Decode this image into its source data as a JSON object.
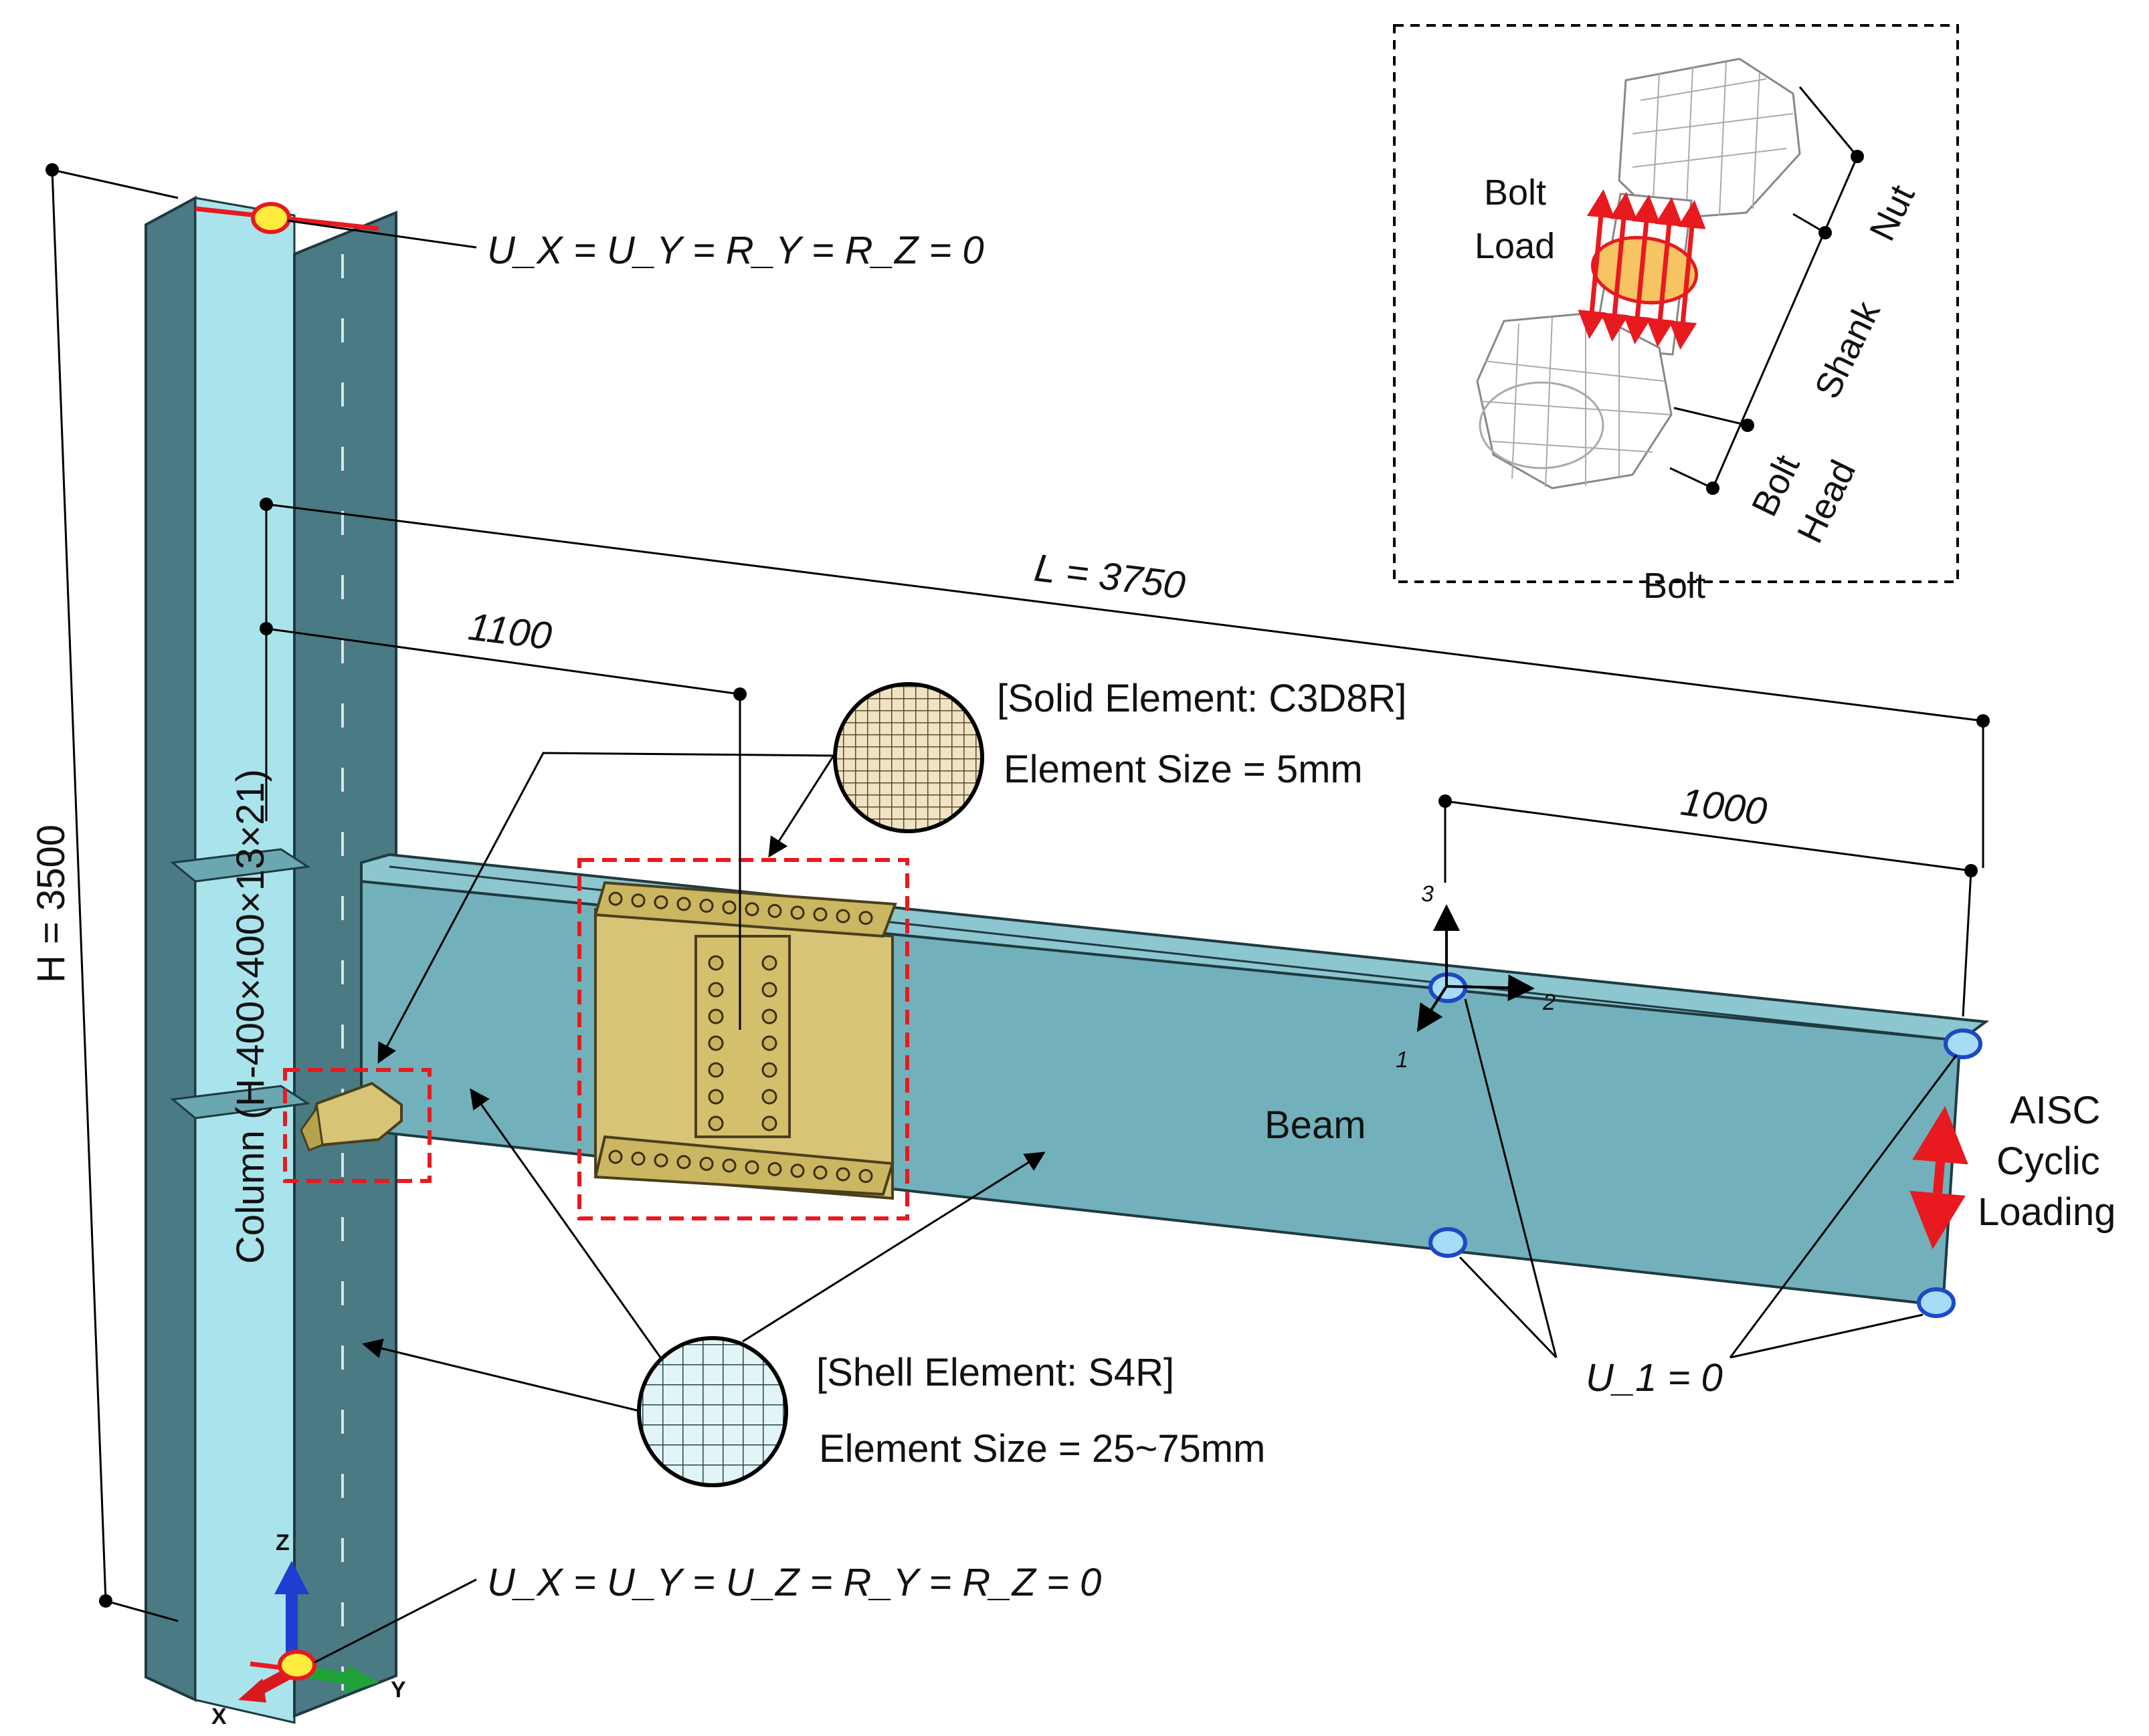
{
  "labels": {
    "bc_top": "U_X = U_Y = R_Y = R_Z = 0",
    "bc_bottom": "U_X = U_Y = U_Z = R_Y = R_Z = 0",
    "beam_bc": "U_1 = 0",
    "height_dim": "H = 3500",
    "length_dim": "L = 3750",
    "dim_1100": "1100",
    "dim_1000": "1000",
    "column": "Column (H-400×400×13×21)",
    "beam": "Beam",
    "loading_line1": "AISC",
    "loading_line2": "Cyclic",
    "loading_line3": "Loading",
    "solid_element": "[Solid Element: C3D8R]",
    "solid_size": "Element Size = 5mm",
    "shell_element": "[Shell Element: S4R]",
    "shell_size": "Element Size = 25~75mm"
  },
  "bolt_inset": {
    "bolt_load_line1": "Bolt",
    "bolt_load_line2": "Load",
    "nut": "Nut",
    "shank": "Shank",
    "head_line1": "Bolt",
    "head_line2": "Head",
    "caption": "Bolt"
  },
  "axes": {
    "global": [
      "Z",
      "X",
      "Y"
    ],
    "local": [
      "3",
      "2",
      "1"
    ]
  },
  "colors": {
    "column_web": "#a9e4ec",
    "column_flange": "#4a7a84",
    "beam_web": "#72b1bb",
    "beam_flange": "#8cc6cf",
    "solid_parts": "#d8c476",
    "boundary_yellow": "#ffeb3b",
    "boundary_red": "#e8191f",
    "support_blue": "#a6dcf5",
    "dashed_red": "#e8191f"
  }
}
